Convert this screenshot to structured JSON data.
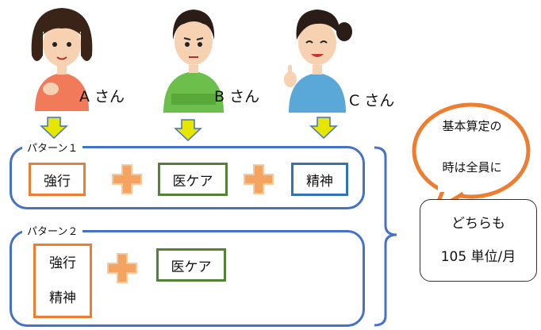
{
  "people": [
    {
      "label": "A さん",
      "shirt": "#f07a5a",
      "hair": "#3a2418"
    },
    {
      "label": "B さん",
      "shirt": "#6bbf4a",
      "hair": "#2a1d18"
    },
    {
      "label": "C さん",
      "shirt": "#5aa8d8",
      "hair": "#2a1d18"
    }
  ],
  "patterns": [
    {
      "label": "パターン１",
      "items": [
        "強行",
        "医ケア",
        "精神"
      ]
    },
    {
      "label": "パターン２",
      "items": [
        "強行",
        "精神",
        "医ケア"
      ]
    }
  ],
  "bubble": {
    "line1": "基本算定の",
    "line2": "時は全員に"
  },
  "result": {
    "line1": "どちらも",
    "line2": "105 単位/月"
  },
  "colors": {
    "pattern_border": "#4472c4",
    "kyoko": "#ed7d31",
    "ikea": "#548235",
    "seishin": "#2e75b6",
    "plus": "#f4a460",
    "arrow": "#e6e600",
    "bubble": "#ed7d31"
  }
}
